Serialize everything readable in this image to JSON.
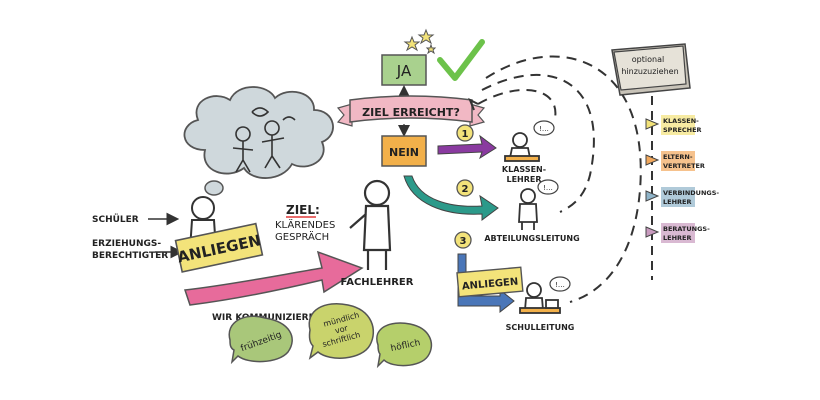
{
  "left": {
    "schueler": "SCHÜLER",
    "erziehung_line1": "ERZIEHUNGS-",
    "erziehung_line2": "BERECHTIGTER",
    "anliegen": "ANLIEGEN",
    "ziel_label": "ZIEL:",
    "ziel_line1": "KLÄRENDES",
    "ziel_line2": "GESPRÄCH",
    "fachlehrer": "FACHLEHRER"
  },
  "communicate": {
    "heading": "WIR KOMMUNIZIEREN…",
    "bubble1": "frühzeitig",
    "bubble2_line1": "mündlich",
    "bubble2_line2": "vor",
    "bubble2_line3": "schriftlich",
    "bubble3": "höflich"
  },
  "flow": {
    "ja": "JA",
    "ziel_erreicht": "ZIEL ERREICHT?",
    "nein": "NEIN",
    "step1": "1",
    "step2": "2",
    "step3": "3",
    "klassenlehrer_line1": "KLASSEN-",
    "klassenlehrer_line2": "LEHRER",
    "abteilungsleitung": "ABTEILUNGSLEITUNG",
    "anliegen": "ANLIEGEN",
    "schulleitung": "SCHULLEITUNG",
    "speech": "!…"
  },
  "right": {
    "note_line1": "optional",
    "note_line2": "hinzuzuziehen",
    "items": [
      {
        "line1": "KLASSEN-",
        "line2": "SPRECHER",
        "color": "#f3e37a"
      },
      {
        "line1": "ELTERN-",
        "line2": "VERTRETER",
        "color": "#f2a85c"
      },
      {
        "line1": "VERBINDUNGS-",
        "line2": "LEHRER",
        "color": "#8fb4c9"
      },
      {
        "line1": "BERATUNGS-",
        "line2": "LEHRER",
        "color": "#c99bbf"
      }
    ]
  },
  "colors": {
    "yellow": "#f3e37a",
    "green_box": "#a9d18e",
    "orange_box": "#f2b04a",
    "banner": "#f1b8c4",
    "pink_arrow": "#e76b9b",
    "purple_arrow": "#8a3aa0",
    "teal_arrow": "#2c9a8a",
    "blue_arrow": "#4a76b8",
    "cloud": "#cfd8dc",
    "green_check": "#6cc24a"
  }
}
